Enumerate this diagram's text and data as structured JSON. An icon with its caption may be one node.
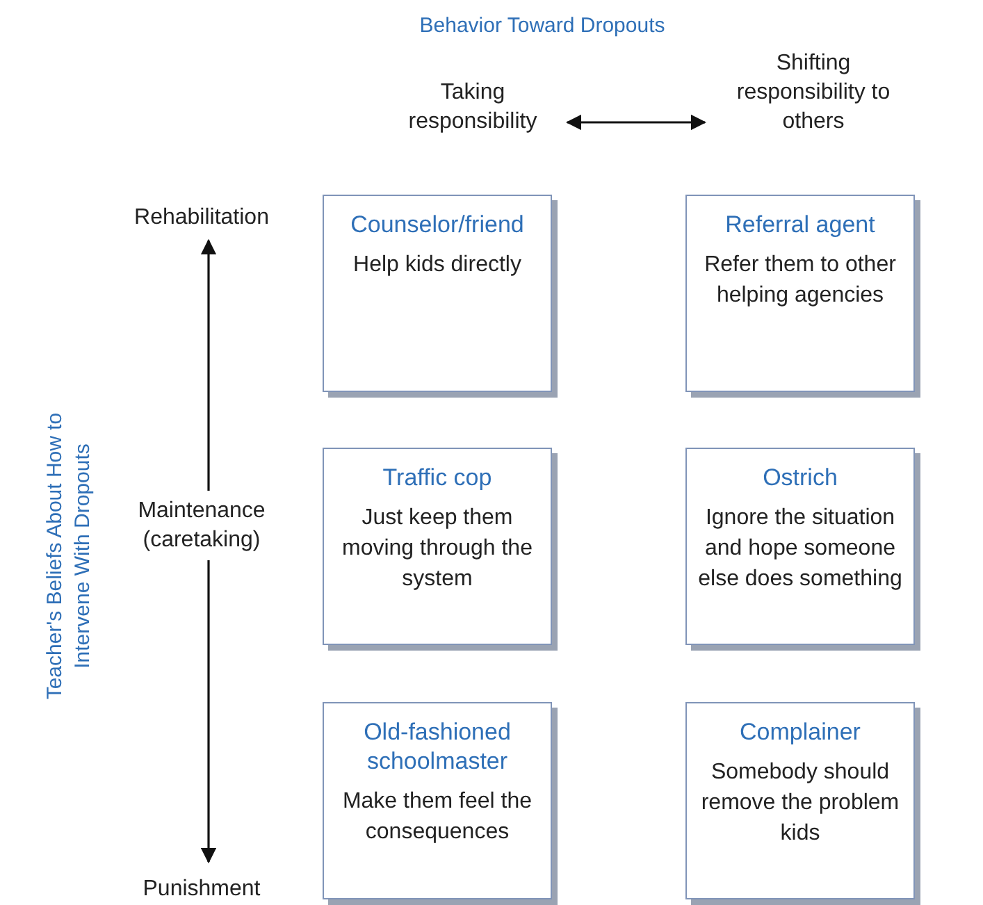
{
  "diagram": {
    "title": "Behavior Toward Dropouts",
    "nodes": [
      {
        "text": [
          "Taking responsibility"
        ]
      },
      {
        "text": [
          "Shifting responsibility to others"
        ]
      },
      {
        "text": [
          "Rehabilitation"
        ]
      },
      {
        "text": [
          "Counselor/friend",
          "Help kids directly"
        ]
      },
      {
        "text": [
          "Referral agent",
          "Refer them to other helping agencies"
        ]
      },
      {
        "text": [
          "Traffic cop",
          "Just keep them moving through the system"
        ]
      },
      {
        "text": [
          "Ostrich",
          "Ignore the situation and hope someone else does something"
        ]
      },
      {
        "text": [
          "Old-fashioned schoolmaster",
          "Make them feel the consequences"
        ]
      },
      {
        "text": [
          "Complainer",
          "Somebody should remove the problem kids"
        ]
      },
      {
        "text": [
          "Punishment"
        ]
      }
    ],
    "edges": [
      {
        "from": 0,
        "to": 1,
        "arrow": "both"
      },
      {
        "from": 2,
        "to": 9,
        "arrow": "both"
      }
    ],
    "labels": [
      "Teacher's Beliefs About How to Intervene With Dropouts",
      "Maintenance (caretaking)"
    ]
  }
}
